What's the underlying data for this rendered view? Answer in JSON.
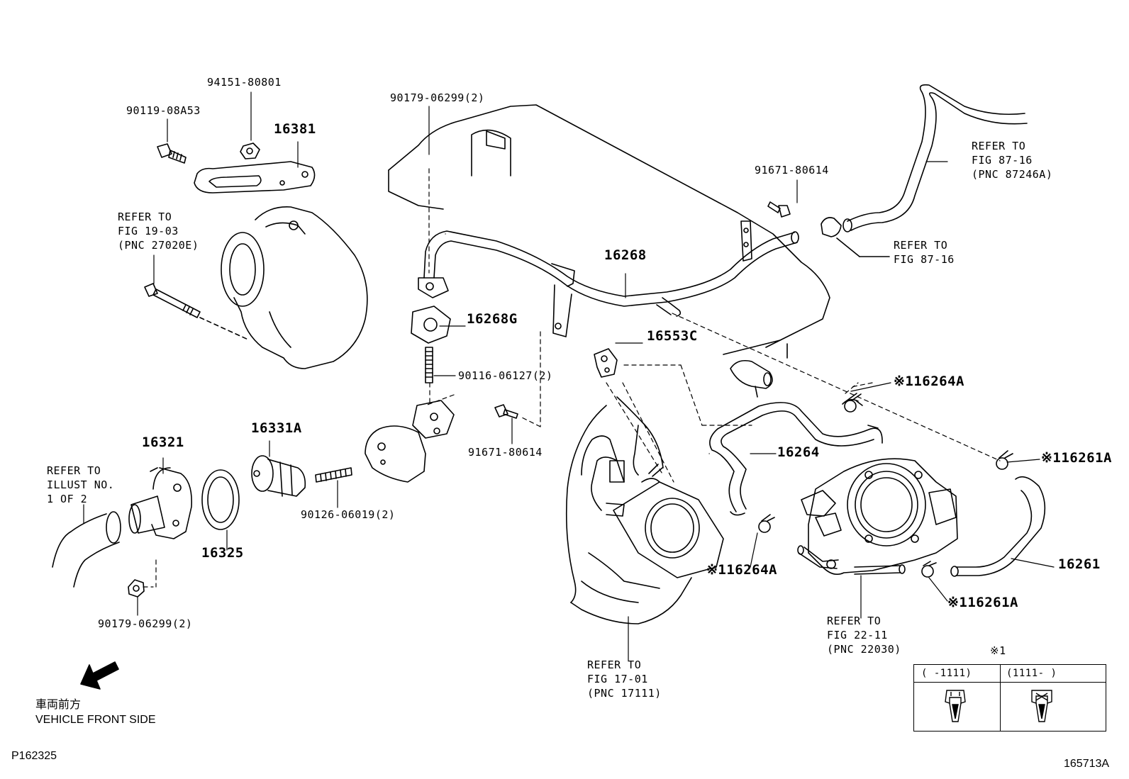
{
  "labels": {
    "p94151": "94151-80801",
    "p90119": "90119-08A53",
    "p16381": "16381",
    "p90179_top": "90179-06299(2)",
    "p91671_top": "91671-80614",
    "refer_fig1903": [
      "REFER TO",
      "FIG 19-03",
      "(PNC 27020E)"
    ],
    "refer_fig8716_a": [
      "REFER TO",
      "FIG 87-16",
      "(PNC 87246A)"
    ],
    "refer_fig8716_b": [
      "REFER TO",
      "FIG 87-16"
    ],
    "p16268": "16268",
    "p16268g": "16268G",
    "p16553c": "16553C",
    "p90116": "90116-06127(2)",
    "p91671_mid": "91671-80614",
    "p16264a_top": "※116264A",
    "p16264": "16264",
    "p16261a_top": "※116261A",
    "p16321": "16321",
    "p16331a": "16331A",
    "refer_illust": [
      "REFER TO",
      "ILLUST NO.",
      "1 OF 2"
    ],
    "p90126": "90126-06019(2)",
    "p16325": "16325",
    "p90179_bottom": "90179-06299(2)",
    "p16264a_bottom": "※116264A",
    "p16261": "16261",
    "p16261a_bottom": "※116261A",
    "refer_fig2211": [
      "REFER TO",
      "FIG 22-11",
      "(PNC 22030)"
    ],
    "refer_fig1701": [
      "REFER TO",
      "FIG 17-01",
      "(PNC 17111)"
    ],
    "front_jp": "車両前方",
    "front_en": "VEHICLE FRONT SIDE",
    "code_left": "P162325",
    "code_right": "165713A"
  },
  "legend": {
    "marker": "※1",
    "col1": "(     -1111)",
    "col2": "(1111-      )"
  }
}
